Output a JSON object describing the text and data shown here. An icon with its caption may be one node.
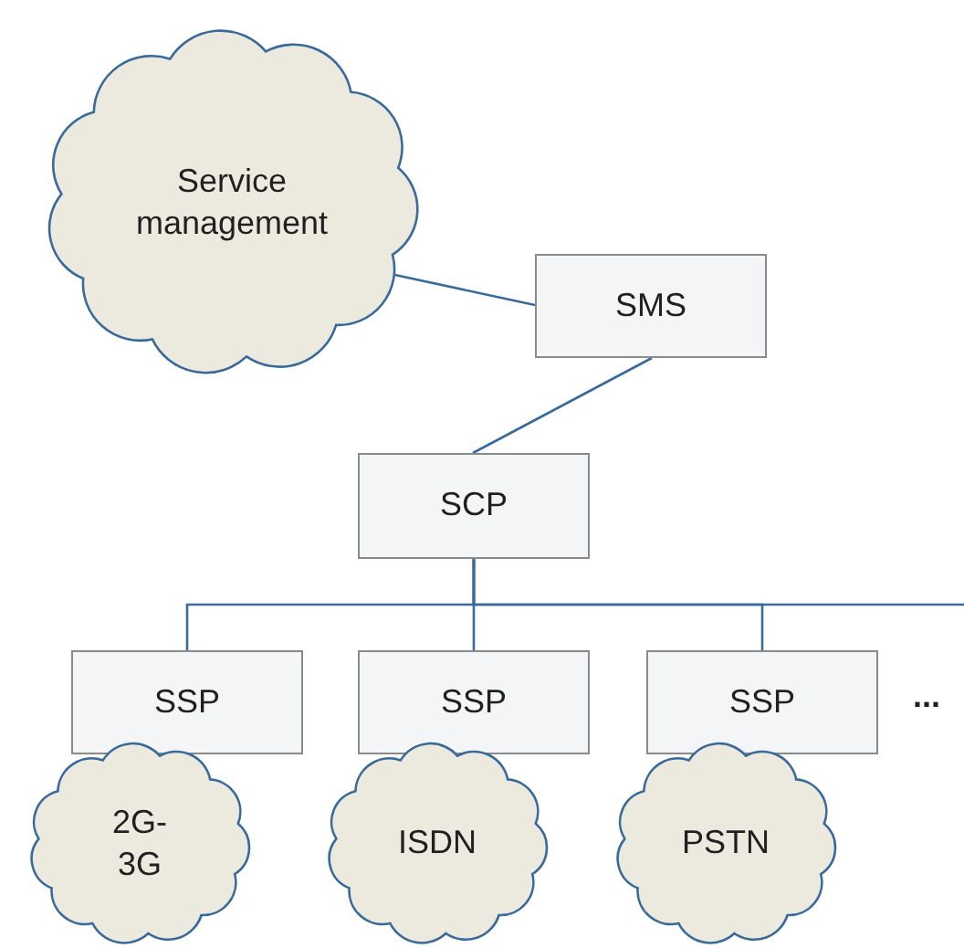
{
  "diagram": {
    "nodes": [
      {
        "text": [
          "Service management"
        ]
      },
      {
        "text": [
          "SMS"
        ]
      },
      {
        "text": [
          "SCP"
        ]
      },
      {
        "text": [
          "SSP"
        ]
      },
      {
        "text": [
          "SSP"
        ]
      },
      {
        "text": [
          "SSP"
        ]
      },
      {
        "text": [
          "2G-3G"
        ]
      },
      {
        "text": [
          "ISDN"
        ]
      },
      {
        "text": [
          "PSTN"
        ]
      }
    ],
    "edges": [
      {
        "from": 0,
        "to": 1,
        "arrow": "none"
      },
      {
        "from": 1,
        "to": 2,
        "arrow": "none"
      },
      {
        "from": 2,
        "to": 3,
        "arrow": "none"
      },
      {
        "from": 2,
        "to": 4,
        "arrow": "none"
      },
      {
        "from": 2,
        "to": 5,
        "arrow": "none"
      },
      {
        "from": 2,
        "to": null,
        "arrow": "none"
      }
    ],
    "labels": [
      "..."
    ]
  }
}
